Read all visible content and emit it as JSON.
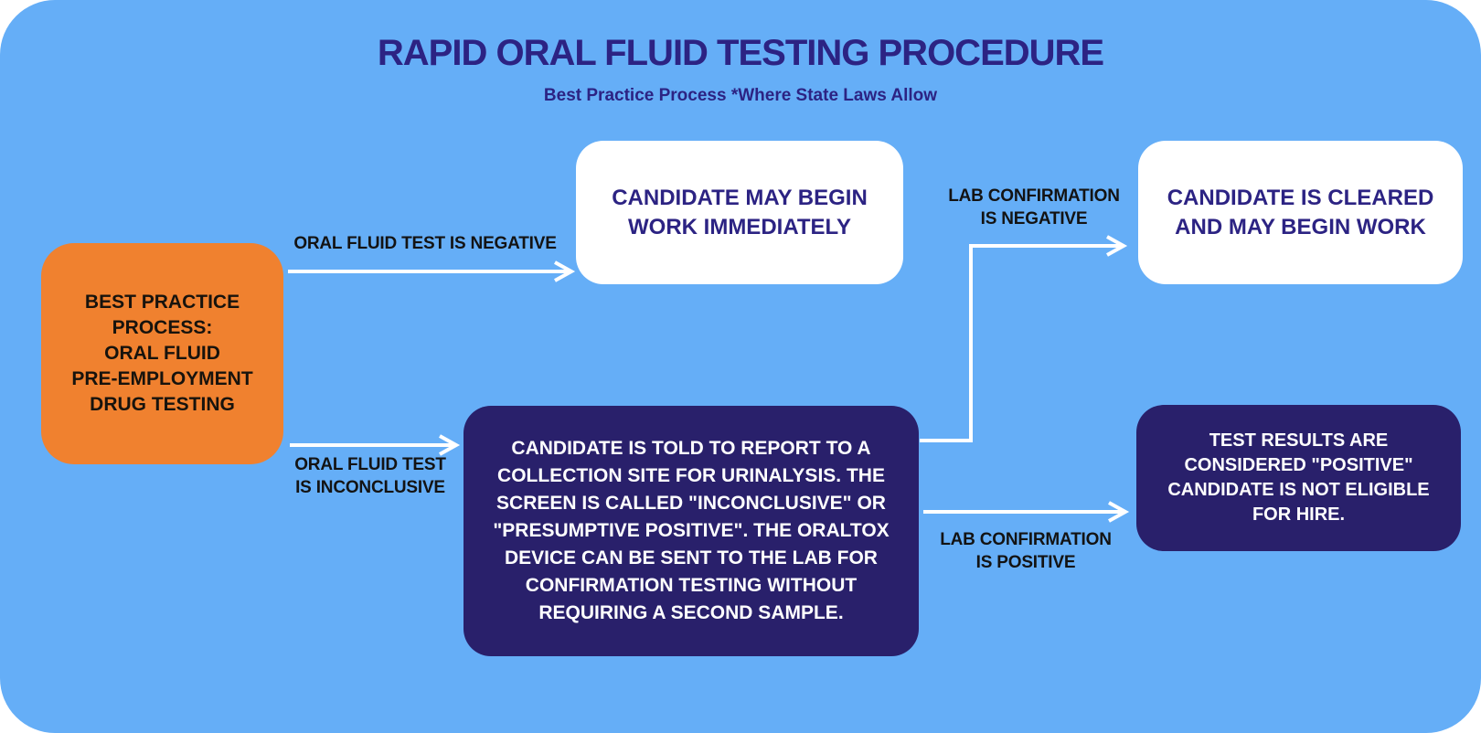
{
  "header": {
    "title": "RAPID ORAL FLUID TESTING PROCEDURE",
    "subtitle": "Best Practice Process *Where State Laws Allow"
  },
  "colors": {
    "background": "#65AEF7",
    "indigo_text": "#2C2383",
    "navy_box": "#29206B",
    "orange_box": "#F0812F",
    "white_box": "#FFFFFF",
    "label_text": "#131313",
    "arrow": "#FFFFFF"
  },
  "nodes": {
    "start": {
      "type": "orange",
      "text": "BEST PRACTICE\nPROCESS:\nORAL FLUID\nPRE-EMPLOYMENT\nDRUG TESTING"
    },
    "begin_work": {
      "type": "white",
      "text": "CANDIDATE MAY BEGIN\nWORK IMMEDIATELY"
    },
    "collection": {
      "type": "navy",
      "text": "CANDIDATE IS TOLD TO REPORT TO A\nCOLLECTION SITE FOR URINALYSIS. THE\nSCREEN IS CALLED \"INCONCLUSIVE\" OR\n\"PRESUMPTIVE POSITIVE\". THE ORALTOX\nDEVICE CAN BE SENT TO THE LAB FOR\nCONFIRMATION TESTING WITHOUT\nREQUIRING A SECOND SAMPLE."
    },
    "cleared": {
      "type": "white",
      "text": "CANDIDATE IS CLEARED\nAND MAY BEGIN WORK"
    },
    "not_eligible": {
      "type": "navy",
      "text": "TEST RESULTS ARE\nCONSIDERED \"POSITIVE\"\nCANDIDATE IS NOT ELIGIBLE\nFOR HIRE."
    }
  },
  "edges": {
    "negative": {
      "label": "ORAL FLUID TEST IS NEGATIVE",
      "from": "start",
      "to": "begin_work"
    },
    "inconclusive": {
      "label": "ORAL FLUID TEST\nIS INCONCLUSIVE",
      "from": "start",
      "to": "collection"
    },
    "lab_negative": {
      "label": "LAB CONFIRMATION\nIS NEGATIVE",
      "from": "collection",
      "to": "cleared"
    },
    "lab_positive": {
      "label": "LAB CONFIRMATION\nIS POSITIVE",
      "from": "collection",
      "to": "not_eligible"
    }
  }
}
